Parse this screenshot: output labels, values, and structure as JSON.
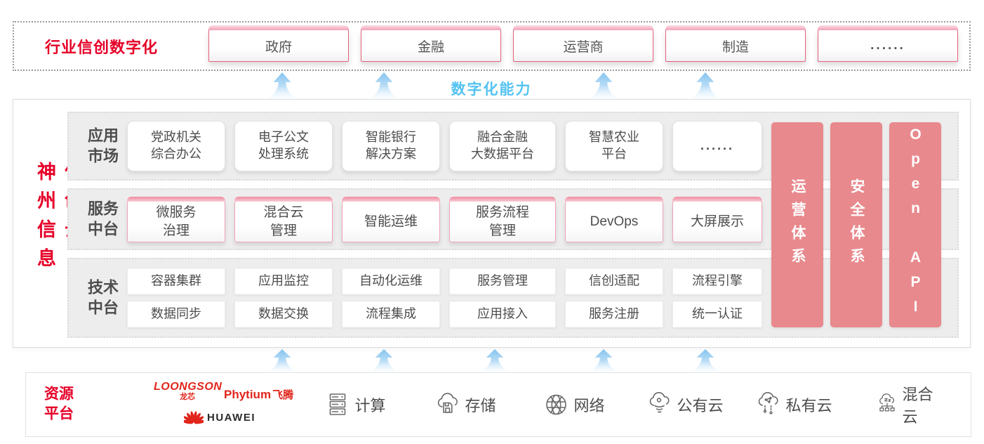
{
  "colors": {
    "accent_red": "#e60028",
    "capability_blue": "#54c3f1",
    "pillar_salmon": "#e8898d",
    "text_gray": "#4d4d4d"
  },
  "industry": {
    "label": "行业信创数字化",
    "sectors": [
      "政府",
      "金融",
      "运营商",
      "制造",
      "......"
    ]
  },
  "capability_label": "数字化能力",
  "cloud": {
    "title": "神州信息信创云",
    "app_market": {
      "label": "应用\n市场",
      "items": [
        "党政机关\n综合办公",
        "电子公文\n处理系统",
        "智能银行\n解决方案",
        "融合金融\n大数据平台",
        "智慧农业\n平台",
        "......"
      ]
    },
    "service_platform": {
      "label": "服务\n中台",
      "items": [
        "微服务\n治理",
        "混合云\n管理",
        "智能运维",
        "服务流程\n管理",
        "DevOps",
        "大屏展示"
      ]
    },
    "tech_platform": {
      "label": "技术\n中台",
      "row1": [
        "容器集群",
        "应用监控",
        "自动化运维",
        "服务管理",
        "信创适配",
        "流程引擎"
      ],
      "row2": [
        "数据同步",
        "数据交换",
        "流程集成",
        "应用接入",
        "服务注册",
        "统一认证"
      ]
    },
    "pillars": [
      "运营体系",
      "安全体系",
      "Open API"
    ]
  },
  "resource": {
    "label": "资源\n平台",
    "vendors": {
      "loongson": "LOONGSON",
      "loongson_cn": "龙芯",
      "phytium": "Phytium",
      "phytium_cn": "飞腾",
      "huawei": "HUAWEI"
    },
    "items": [
      {
        "icon": "compute-icon",
        "label": "计算"
      },
      {
        "icon": "storage-icon",
        "label": "存储"
      },
      {
        "icon": "network-icon",
        "label": "网络"
      },
      {
        "icon": "public-cloud-icon",
        "label": "公有云"
      },
      {
        "icon": "private-cloud-icon",
        "label": "私有云"
      },
      {
        "icon": "hybrid-cloud-icon",
        "label": "混合云"
      }
    ]
  }
}
